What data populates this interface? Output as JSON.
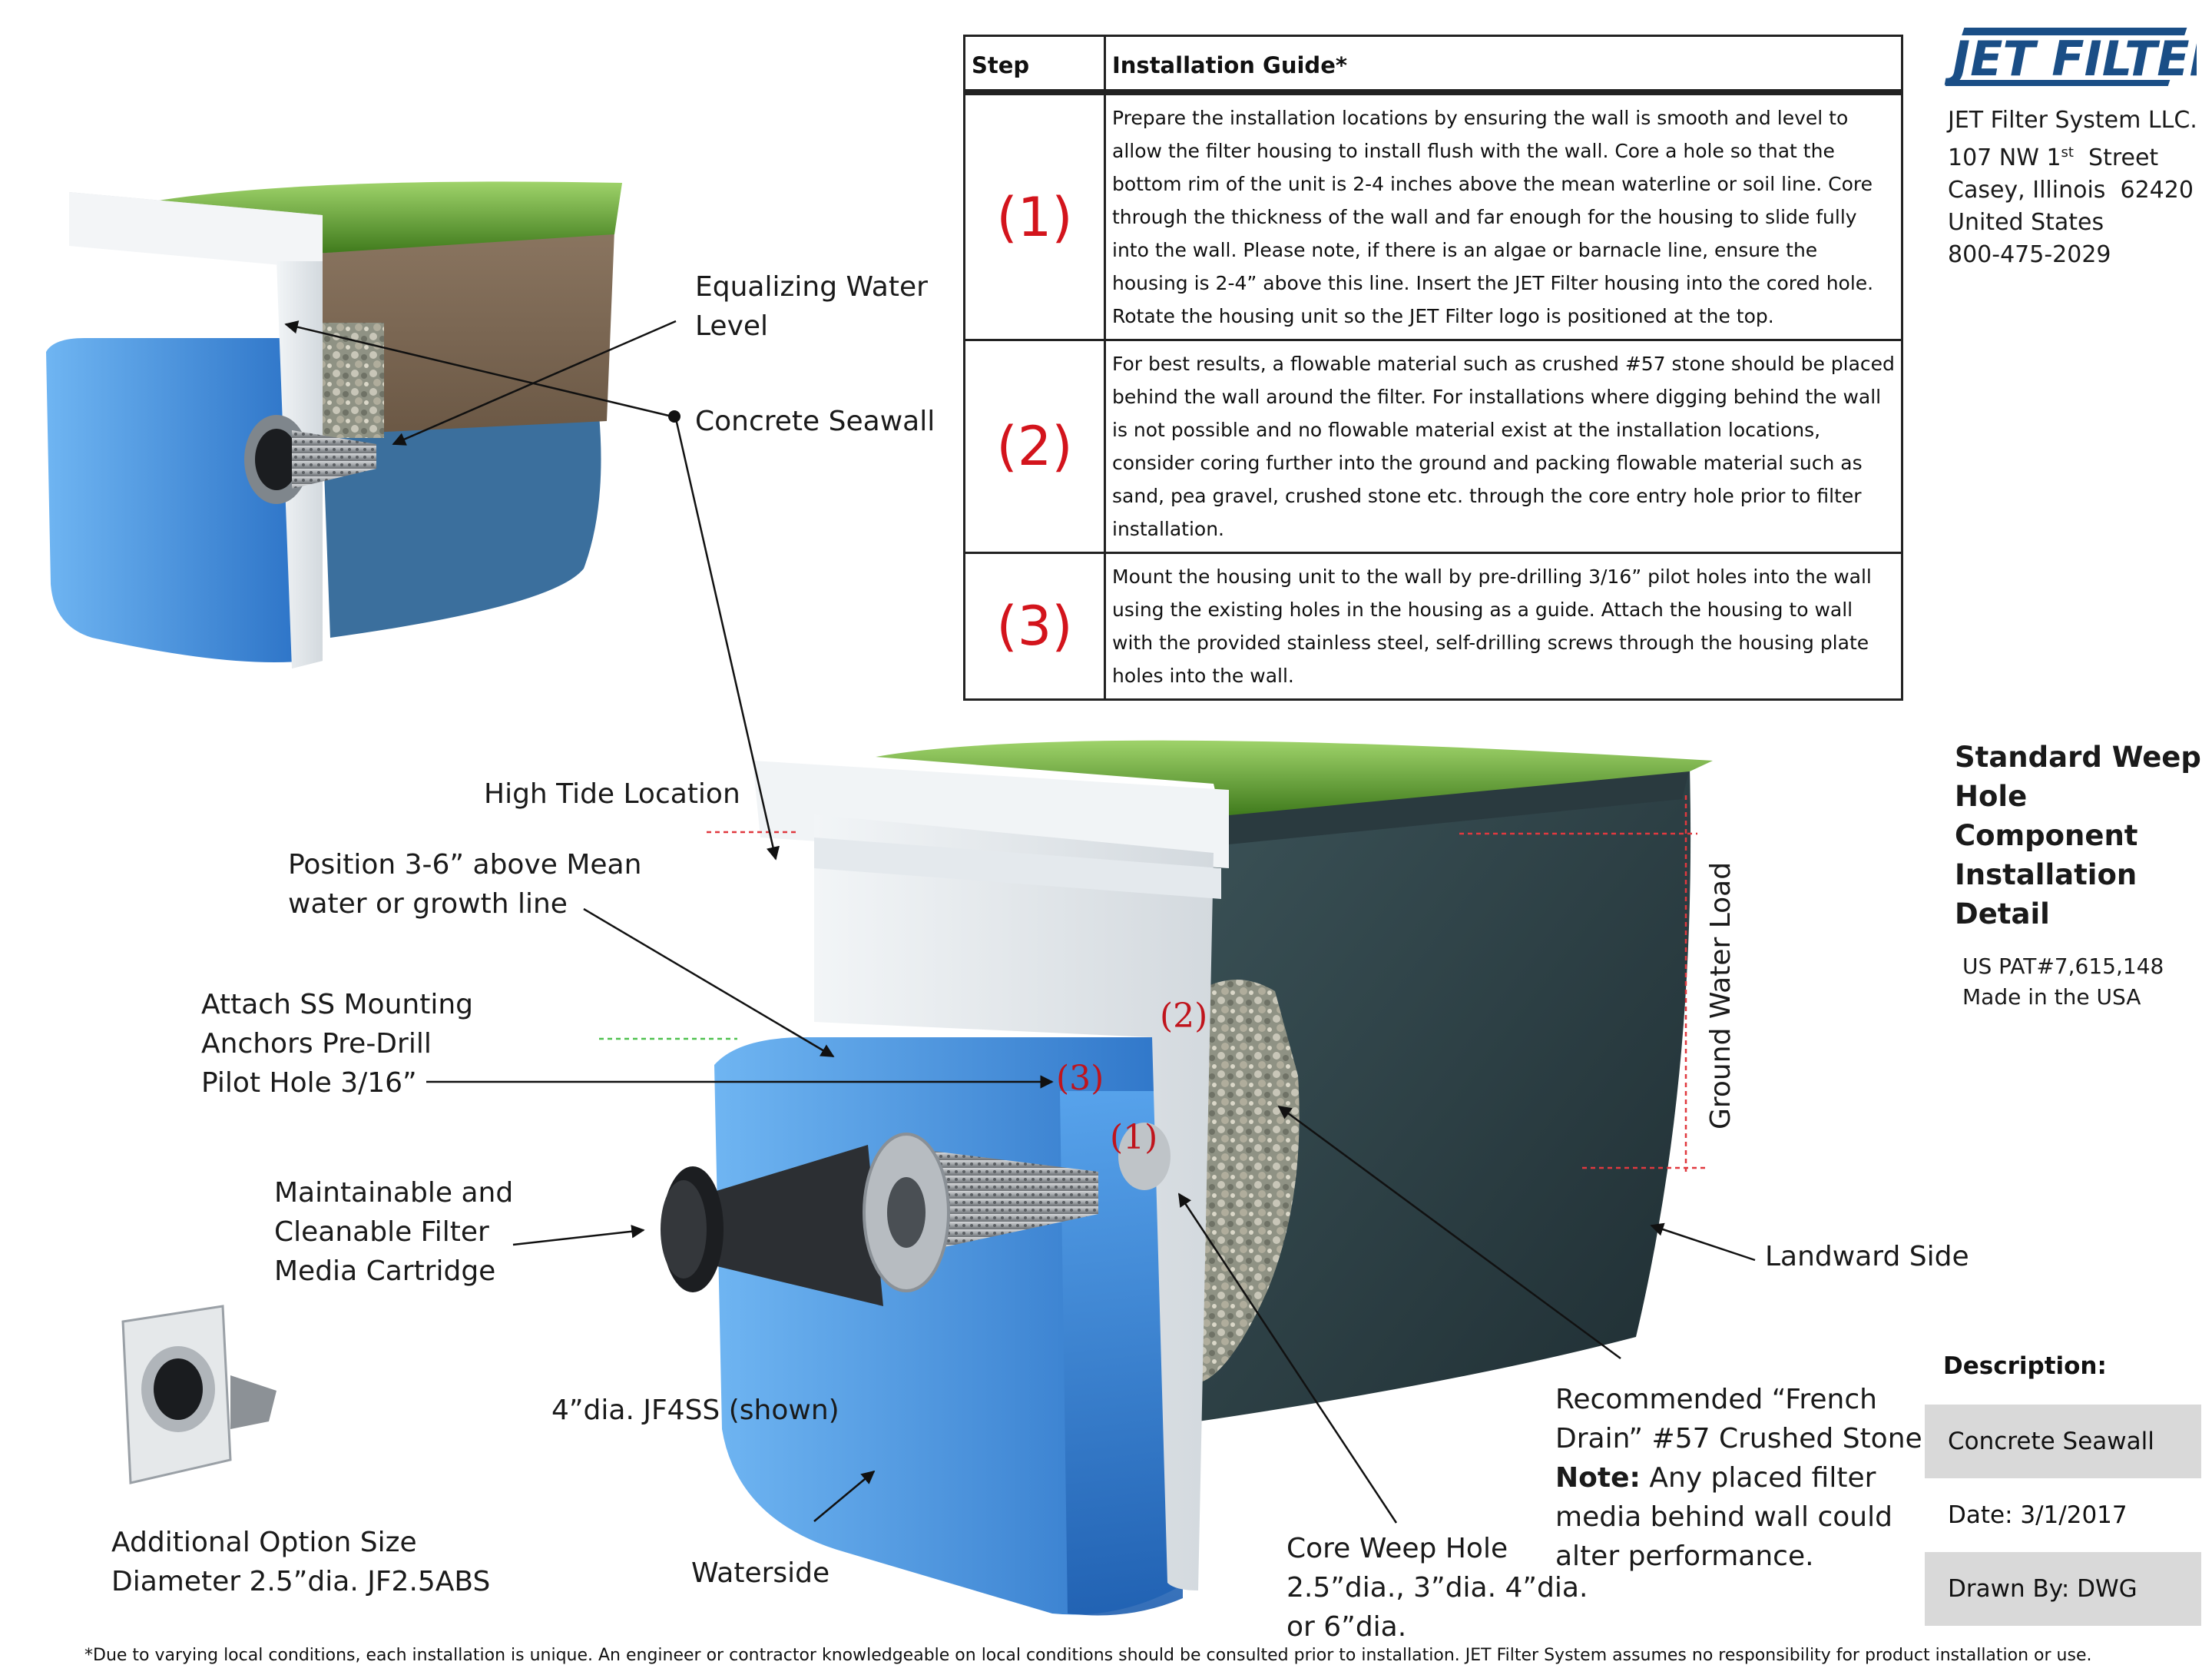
{
  "company": {
    "logo_text": "JET FILTER",
    "name": "JET Filter System LLC.",
    "address_prefix": "107 NW 1",
    "address_sup": "st",
    "address_suffix": "  Street",
    "city": "Casey, Illinois  62420",
    "country": "United States",
    "phone": "800-475-2029"
  },
  "title": {
    "line1": "Standard Weep",
    "line2": "Hole Component",
    "line3": "Installation Detail"
  },
  "patent": {
    "line1": "US PAT#7,615,148",
    "line2": "Made in the USA"
  },
  "table": {
    "header_step": "Step",
    "header_guide": "Installation Guide*",
    "rows": [
      {
        "step": "(1)",
        "text": "Prepare the installation locations by ensuring the wall is smooth and level to allow the filter housing to install flush with the wall. Core a hole so that the bottom rim of the unit is 2-4 inches above the mean waterline or soil line. Core through the thickness of the wall and far enough for the housing to slide fully into the wall. Please note, if there is an algae or barnacle line, ensure the housing is 2-4” above this line. Insert the JET Filter housing into the cored hole. Rotate the housing unit so the JET Filter logo is positioned at the top."
      },
      {
        "step": "(2)",
        "text": "For best results, a flowable material such as crushed #57 stone should be placed behind the wall around the filter.  For installations where digging behind the wall is not possible and no flowable material exist at the installation locations, consider coring further into the ground and packing flowable material such as sand, pea gravel, crushed stone etc. through the core entry hole prior to filter installation."
      },
      {
        "step": "(3)",
        "text": "Mount the housing unit to the wall by pre-drilling 3/16” pilot holes into the wall using the existing holes in the housing as a guide. Attach the housing to wall with the provided stainless steel, self-drilling screws through the housing plate holes into the wall."
      }
    ]
  },
  "labels": {
    "equalizing_l1": "Equalizing Water",
    "equalizing_l2": "Level",
    "concrete_seawall": "Concrete Seawall",
    "high_tide": "High Tide Location",
    "position_l1": "Position 3-6” above Mean",
    "position_l2": "water or growth line",
    "attach_l1": "Attach SS Mounting",
    "attach_l2": "Anchors Pre-Drill",
    "attach_l3": "Pilot Hole 3/16”",
    "maintain_l1": "Maintainable and",
    "maintain_l2": "Cleanable Filter",
    "maintain_l3": "Media Cartridge",
    "jf4ss": "4”dia. JF4SS (shown)",
    "option_l1": "Additional Option Size",
    "option_l2": "Diameter 2.5”dia. JF2.5ABS",
    "waterside": "Waterside",
    "core_l1": "Core Weep Hole",
    "core_l2": "2.5”dia., 3”dia. 4”dia.",
    "core_l3": "or 6”dia.",
    "french_l1": "Recommended “French",
    "french_l2": "Drain” #57 Crushed Stone",
    "note_bold": "Note:",
    "note_rest": " Any placed filter",
    "note_l2": "media behind wall could",
    "note_l3": "alter performance.",
    "landward": "Landward Side",
    "ground_water": "Ground Water Load",
    "step1": "(1)",
    "step2": "(2)",
    "step3": "(3)"
  },
  "title_block": {
    "description_label": "Description:",
    "description_value": "Concrete Seawall",
    "date": "Date: 3/1/2017",
    "drawn_by": "Drawn By: DWG"
  },
  "footnote": "*Due to varying local conditions, each installation is unique. An engineer or contractor knowledgeable on local conditions should be consulted prior to installation.  JET Filter System assumes no responsibility for product installation or use.",
  "colors": {
    "water": "#3d8fe0",
    "water_dark": "#2266b8",
    "concrete": "#e3e8ec",
    "soil": "#2d3f44",
    "grass": "#5c9a2a",
    "step_red": "#c0141c",
    "title_block_gray": "#d9d9d9",
    "logo_blue": "#1a4e86"
  }
}
